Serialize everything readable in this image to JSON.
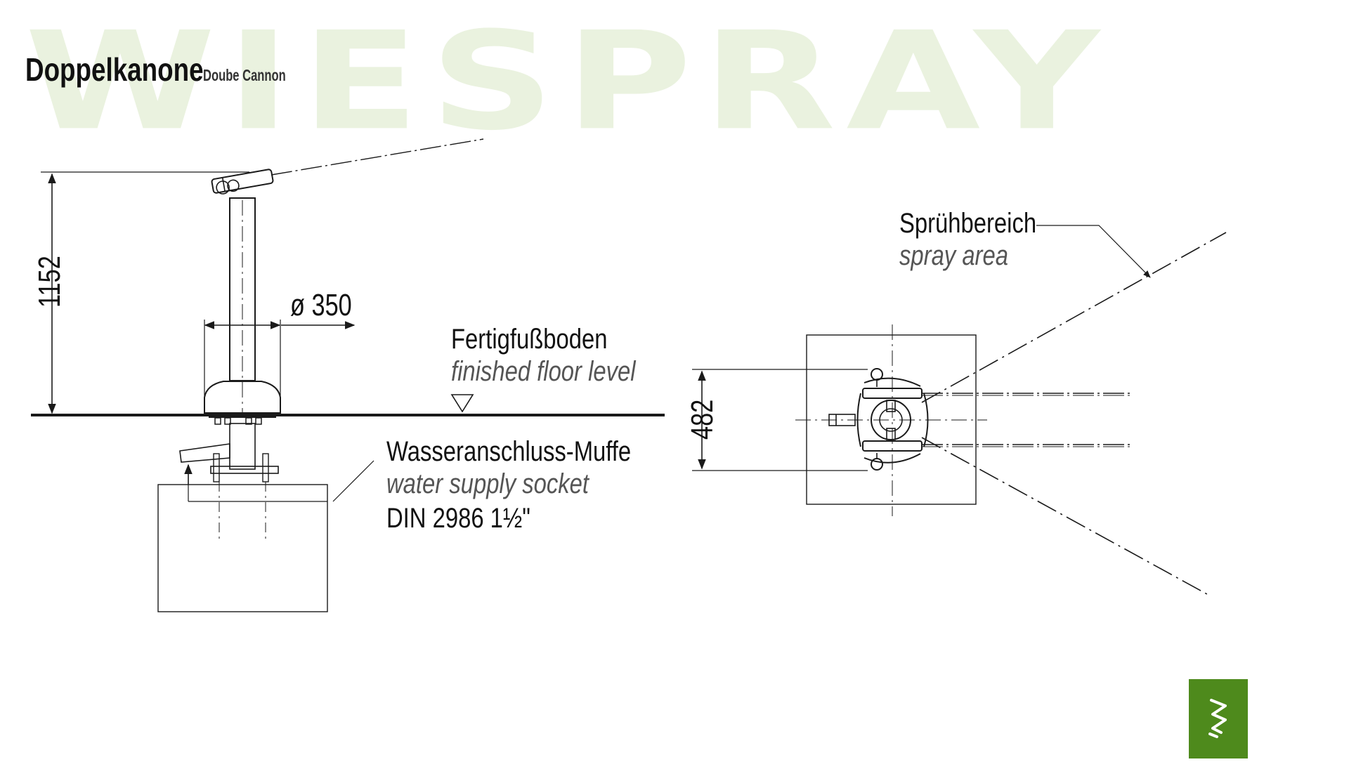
{
  "watermark": "WIESPRAY",
  "title": {
    "main": "Doppelkanone",
    "sub": "Doube Cannon"
  },
  "dimensions": {
    "height": "1152",
    "diameter": "ø 350",
    "width": "482"
  },
  "labels": {
    "floor": {
      "de": "Fertigfußboden",
      "en": "finished floor level"
    },
    "socket": {
      "de": "Wasseranschluss-Muffe",
      "en": "water supply socket",
      "spec": "DIN 2986 1½\""
    },
    "spray": {
      "de": "Sprühbereich",
      "en": "spray area"
    }
  },
  "colors": {
    "line": "#1a1a1a",
    "watermark": "#eaf2df",
    "logo": "#4e8a1c"
  },
  "icons": {
    "logo": "wiespray-logo-icon",
    "floor_marker": "triangle-down-icon"
  }
}
